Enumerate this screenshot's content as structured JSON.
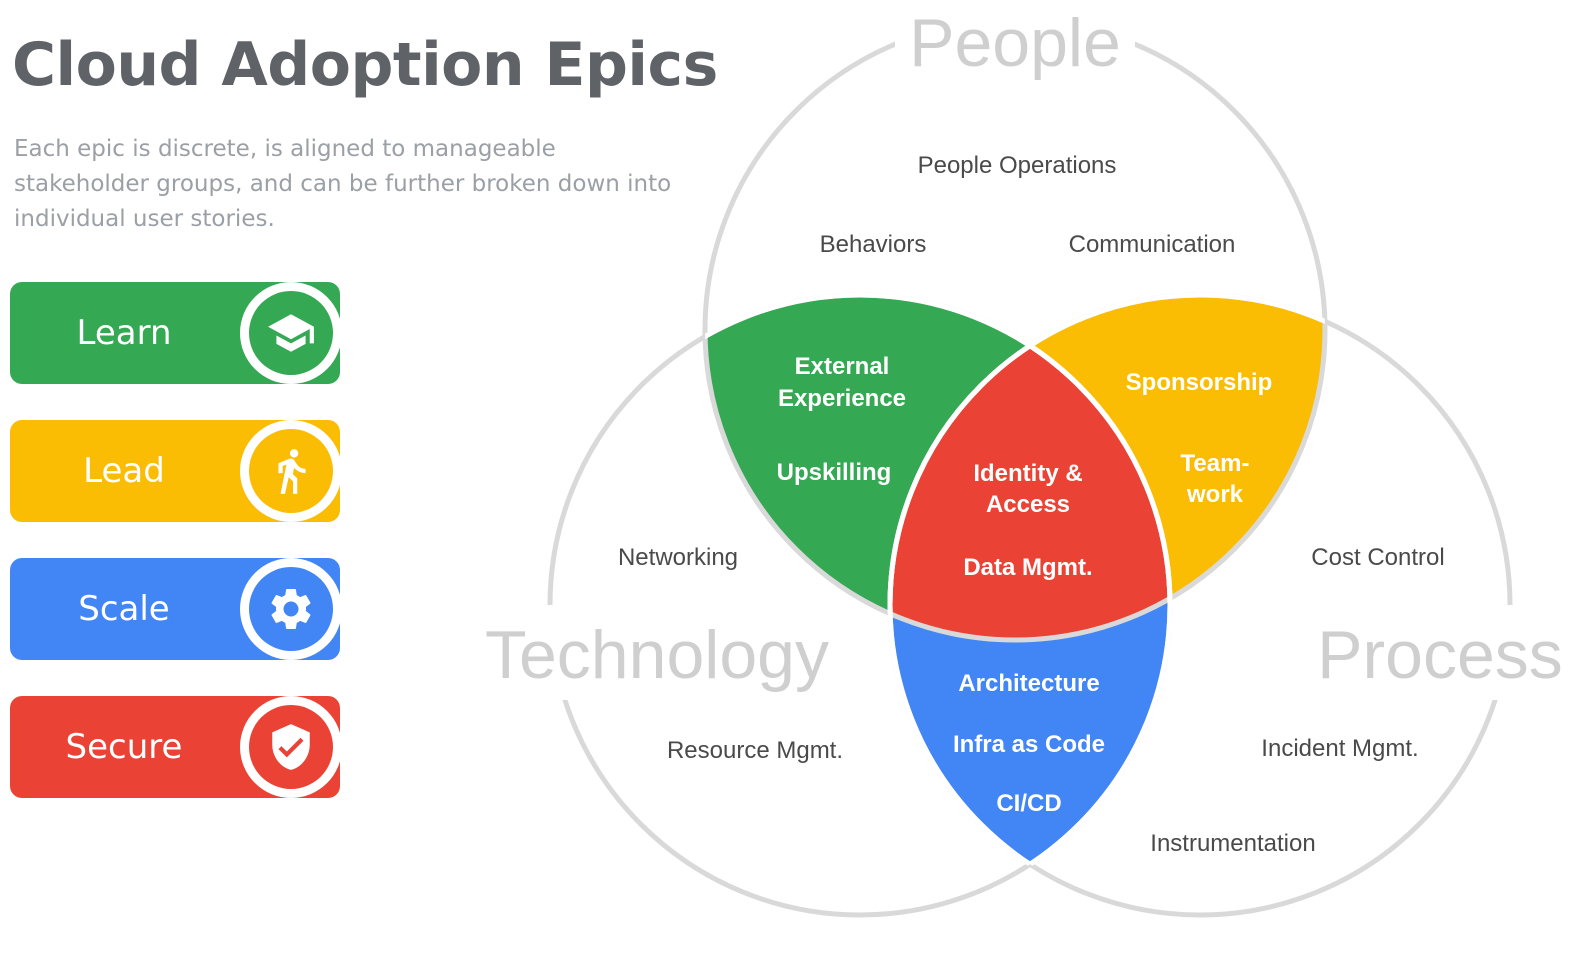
{
  "header": {
    "title": "Cloud Adoption Epics",
    "subtitle": "Each epic is discrete, is aligned to manageable stakeholder groups, and can be further broken down into individual user stories."
  },
  "epics": [
    {
      "label": "Learn",
      "icon": "graduation-cap-icon",
      "color": "#34a853"
    },
    {
      "label": "Lead",
      "icon": "running-person-icon",
      "color": "#fbbc04"
    },
    {
      "label": "Scale",
      "icon": "gear-icon",
      "color": "#4285f4"
    },
    {
      "label": "Secure",
      "icon": "shield-check-icon",
      "color": "#ea4335"
    }
  ],
  "venn": {
    "circles": {
      "people": "People",
      "technology": "Technology",
      "process": "Process"
    },
    "people_only": [
      "People Operations",
      "Behaviors",
      "Communication"
    ],
    "technology_only": [
      "Networking",
      "Resource Mgmt."
    ],
    "process_only": [
      "Cost Control",
      "Incident Mgmt.",
      "Instrumentation"
    ],
    "people_technology": [
      "External",
      "Experience",
      "Upskilling"
    ],
    "people_process": [
      "Sponsorship",
      "Team-",
      "work"
    ],
    "technology_process": [
      "Architecture",
      "Infra as Code",
      "CI/CD"
    ],
    "all_three": [
      "Identity &",
      "Access",
      "Data Mgmt."
    ],
    "colors": {
      "people_technology": "#34a853",
      "people_process": "#fbbc04",
      "technology_process": "#4285f4",
      "all_three": "#ea4335",
      "outline": "#d9d9d9"
    }
  }
}
